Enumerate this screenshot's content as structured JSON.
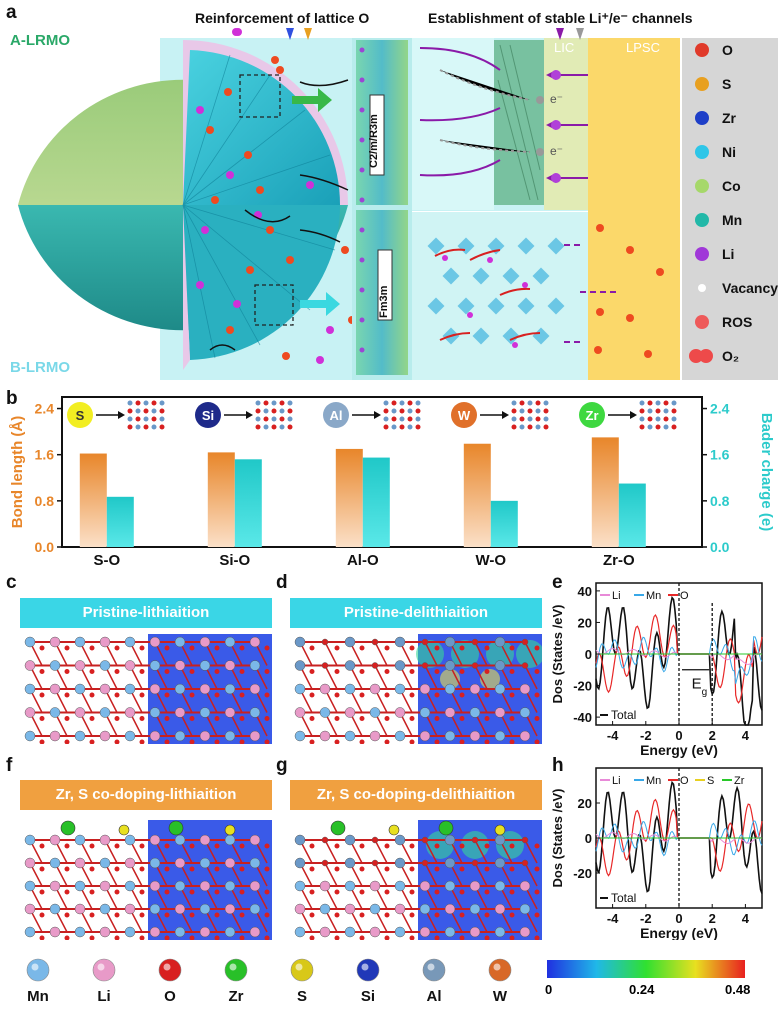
{
  "panels": {
    "a": "a",
    "b": "b",
    "c": "c",
    "d": "d",
    "e": "e",
    "f": "f",
    "g": "g",
    "h": "h"
  },
  "panel_a": {
    "title_left": "Reinforcement of lattice O",
    "title_right": "Establishment of stable Li⁺/e⁻ channels",
    "sphere_top": "A-LRMO",
    "sphere_bottom": "B-LRMO",
    "phase_top": "C2/m/R3m",
    "phase_bottom": "Fm3m",
    "lic": "LIC",
    "lpsc": "LPSC",
    "electron": "e⁻",
    "legend": [
      {
        "label": "O",
        "color": "#e03a2a"
      },
      {
        "label": "S",
        "color": "#e8a020"
      },
      {
        "label": "Zr",
        "color": "#1e3fc8"
      },
      {
        "label": "Ni",
        "color": "#2ec6e8"
      },
      {
        "label": "Co",
        "color": "#a6d86a"
      },
      {
        "label": "Mn",
        "color": "#22b8a8"
      },
      {
        "label": "Li",
        "color": "#a038d8"
      },
      {
        "label": "Vacancy",
        "color": "#ffffff"
      },
      {
        "label": "ROS",
        "color": "#ee5a5a"
      },
      {
        "label": "O₂",
        "color": "#ee4a4a"
      }
    ]
  },
  "chart_data": {
    "type": "bar",
    "categories": [
      "S-O",
      "Si-O",
      "Al-O",
      "W-O",
      "Zr-O"
    ],
    "dopants": [
      {
        "label": "S",
        "color": "#f2ee22",
        "text": "#333"
      },
      {
        "label": "Si",
        "color": "#1e2a8a",
        "text": "#fff"
      },
      {
        "label": "Al",
        "color": "#8aa8c8",
        "text": "#fff"
      },
      {
        "label": "W",
        "color": "#e0702a",
        "text": "#fff"
      },
      {
        "label": "Zr",
        "color": "#3ed840",
        "text": "#fff"
      }
    ],
    "series": [
      {
        "name": "Bond length (Å)",
        "axis": "left",
        "color": "#e8862a",
        "values": [
          1.62,
          1.64,
          1.7,
          1.79,
          1.9
        ]
      },
      {
        "name": "Bader charge (e)",
        "axis": "right",
        "color": "#2ccbcb",
        "values": [
          0.87,
          1.52,
          1.55,
          0.8,
          1.1
        ]
      }
    ],
    "ylabel_left": "Bond length (Å)",
    "ylabel_right": "Bader charge (e)",
    "ylim_left": [
      0,
      2.6
    ],
    "ylim_right": [
      0,
      2.6
    ],
    "yticks_left": [
      "0.0",
      "0.8",
      "1.6",
      "2.4"
    ],
    "yticks_right": [
      "0.0",
      "0.8",
      "1.6",
      "2.4"
    ]
  },
  "structures": {
    "c": "Pristine-lithiaition",
    "d": "Pristine-delithiaition",
    "f": "Zr, S co-doping-lithiaition",
    "g": "Zr, S co-doping-delithiaition"
  },
  "dos_e": {
    "ylabel": "Dos (States /eV)",
    "xlabel": "Energy (eV)",
    "legend": [
      {
        "label": "Li",
        "color": "#e88ad8"
      },
      {
        "label": "Mn",
        "color": "#38a8e8"
      },
      {
        "label": "O",
        "color": "#e82828"
      }
    ],
    "total": "Total",
    "gap": "E",
    "gap_sub": "g",
    "xticks": [
      "-4",
      "-2",
      "0",
      "2",
      "4"
    ],
    "yticks": [
      "40",
      "20",
      "0",
      "-20",
      "-40"
    ]
  },
  "dos_h": {
    "ylabel": "Dos (States /eV)",
    "xlabel": "Energy (eV)",
    "legend": [
      {
        "label": "Li",
        "color": "#e88ad8"
      },
      {
        "label": "Mn",
        "color": "#38a8e8"
      },
      {
        "label": "O",
        "color": "#e82828"
      },
      {
        "label": "S",
        "color": "#e8d020"
      },
      {
        "label": "Zr",
        "color": "#28c828"
      }
    ],
    "total": "Total",
    "xticks": [
      "-4",
      "-2",
      "0",
      "2",
      "4"
    ],
    "yticks": [
      "20",
      "0",
      "-20"
    ]
  },
  "atom_legend": [
    {
      "label": "Mn",
      "color": "#7ab8e8"
    },
    {
      "label": "Li",
      "color": "#e89ac8"
    },
    {
      "label": "O",
      "color": "#d82020"
    },
    {
      "label": "Zr",
      "color": "#28c028"
    },
    {
      "label": "S",
      "color": "#d8c818"
    },
    {
      "label": "Si",
      "color": "#2038b8"
    },
    {
      "label": "Al",
      "color": "#7898b8"
    },
    {
      "label": "W",
      "color": "#d86828"
    }
  ],
  "colorbar": {
    "ticks": [
      "0",
      "0.24",
      "0.48"
    ]
  }
}
